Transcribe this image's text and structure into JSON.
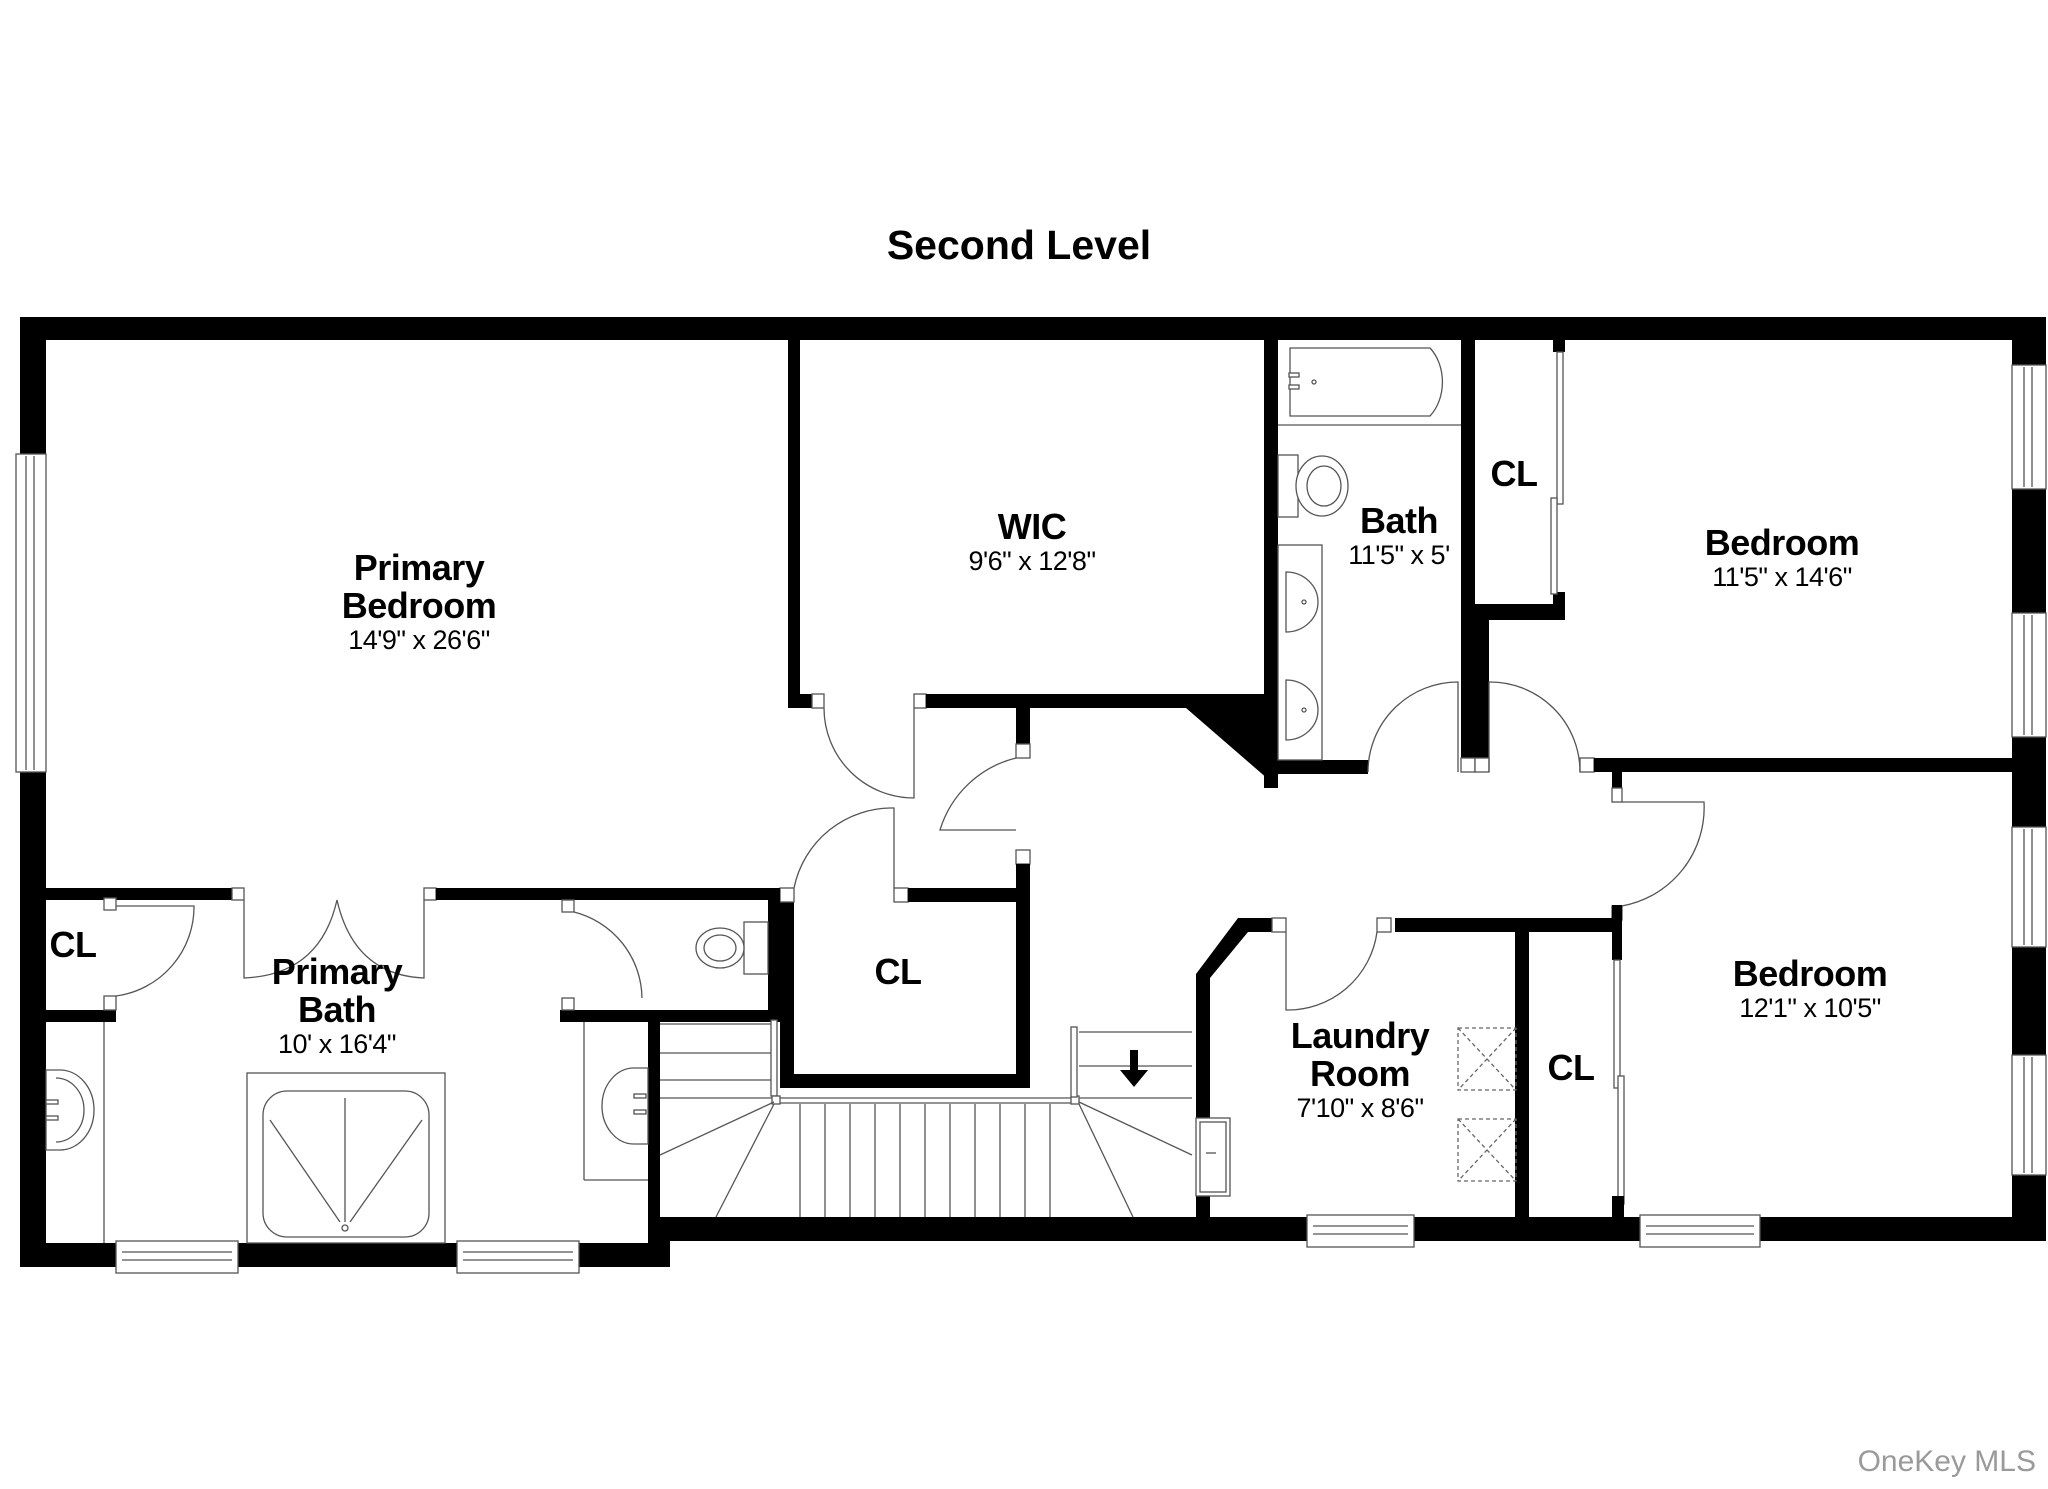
{
  "title": "Second Level",
  "watermark": "OneKey MLS",
  "colors": {
    "wall": "#000000",
    "fixture_line": "#555555",
    "background": "#ffffff",
    "watermark": "#9a9a9a"
  },
  "rooms": [
    {
      "name": "Primary Bedroom",
      "name_lines": [
        "Primary",
        "Bedroom"
      ],
      "dimensions": "14'9\" x 26'6\""
    },
    {
      "name": "WIC",
      "name_lines": [
        "WIC"
      ],
      "dimensions": "9'6\" x 12'8\""
    },
    {
      "name": "Bath",
      "name_lines": [
        "Bath"
      ],
      "dimensions": "11'5\" x 5'"
    },
    {
      "name": "CL",
      "name_lines": [
        "CL"
      ],
      "dimensions": ""
    },
    {
      "name": "Bedroom",
      "name_lines": [
        "Bedroom"
      ],
      "dimensions": "11'5\" x 14'6\""
    },
    {
      "name": "CL",
      "name_lines": [
        "CL"
      ],
      "dimensions": ""
    },
    {
      "name": "Primary Bath",
      "name_lines": [
        "Primary",
        "Bath"
      ],
      "dimensions": "10' x 16'4\""
    },
    {
      "name": "CL",
      "name_lines": [
        "CL"
      ],
      "dimensions": ""
    },
    {
      "name": "Laundry Room",
      "name_lines": [
        "Laundry",
        "Room"
      ],
      "dimensions": "7'10\" x 8'6\""
    },
    {
      "name": "CL",
      "name_lines": [
        "CL"
      ],
      "dimensions": ""
    },
    {
      "name": "Bedroom",
      "name_lines": [
        "Bedroom"
      ],
      "dimensions": "12'1\" x 10'5\""
    }
  ],
  "icons": [
    "stair-down-arrow-icon",
    "bathtub-icon",
    "toilet-icon",
    "sink-icon",
    "shower-icon",
    "washer-icon",
    "dryer-icon",
    "window-icon",
    "door-swing-icon"
  ]
}
